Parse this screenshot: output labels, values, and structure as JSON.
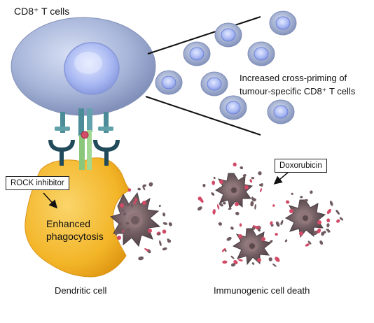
{
  "labels": {
    "cd8_t_cells": "CD8⁺ T cells",
    "cross_priming_line1": "Increased cross-priming of",
    "cross_priming_line2": "tumour-specific CD8⁺ T cells",
    "rock_inhibitor": "ROCK inhibitor",
    "phagocytosis_line1": "Enhanced",
    "phagocytosis_line2": "phagocytosis",
    "dendritic_cell": "Dendritic cell",
    "doxorubicin": "Doxorubicin",
    "immunogenic_cell_death": "Immunogenic cell death"
  },
  "colors": {
    "t_cell_outer": "#8f9fc6",
    "t_cell_nucleus": "#a9b9ef",
    "dendritic_cell": "#f3b528",
    "receptor_teal": "#4b8c98",
    "tcr_green": "#8bc77b",
    "dying_cell": "#6f5b5f",
    "debris_pink": "#d24a66"
  }
}
